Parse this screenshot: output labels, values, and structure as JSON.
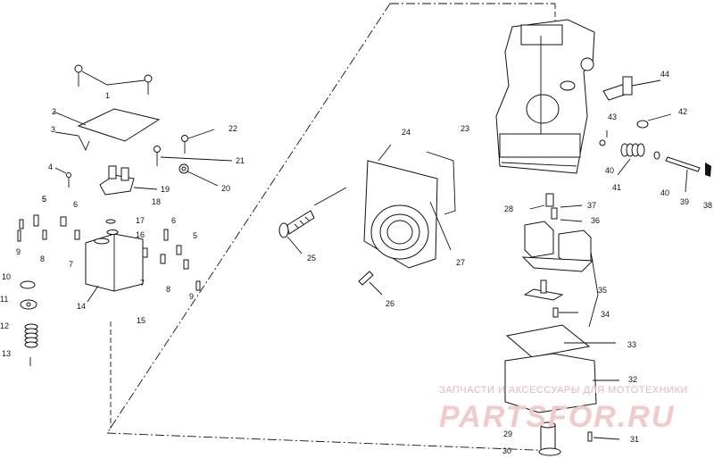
{
  "diagram": {
    "callouts": [
      {
        "id": "c1",
        "label": "1"
      },
      {
        "id": "c2",
        "label": "2"
      },
      {
        "id": "c3",
        "label": "3"
      },
      {
        "id": "c4",
        "label": "4"
      },
      {
        "id": "c5a",
        "label": "5"
      },
      {
        "id": "c5b",
        "label": "5"
      },
      {
        "id": "c5c",
        "label": "5"
      },
      {
        "id": "c6a",
        "label": "6"
      },
      {
        "id": "c6b",
        "label": "6"
      },
      {
        "id": "c7a",
        "label": "7"
      },
      {
        "id": "c7b",
        "label": "7"
      },
      {
        "id": "c8a",
        "label": "8"
      },
      {
        "id": "c8b",
        "label": "8"
      },
      {
        "id": "c9a",
        "label": "9"
      },
      {
        "id": "c9b",
        "label": "9"
      },
      {
        "id": "c10",
        "label": "10"
      },
      {
        "id": "c11",
        "label": "11"
      },
      {
        "id": "c12",
        "label": "12"
      },
      {
        "id": "c13",
        "label": "13"
      },
      {
        "id": "c14",
        "label": "14"
      },
      {
        "id": "c15",
        "label": "15"
      },
      {
        "id": "c16",
        "label": "16"
      },
      {
        "id": "c17",
        "label": "17"
      },
      {
        "id": "c18",
        "label": "18"
      },
      {
        "id": "c19",
        "label": "19"
      },
      {
        "id": "c20",
        "label": "20"
      },
      {
        "id": "c21",
        "label": "21"
      },
      {
        "id": "c22",
        "label": "22"
      },
      {
        "id": "c23",
        "label": "23"
      },
      {
        "id": "c24",
        "label": "24"
      },
      {
        "id": "c25",
        "label": "25"
      },
      {
        "id": "c26",
        "label": "26"
      },
      {
        "id": "c27",
        "label": "27"
      },
      {
        "id": "c28",
        "label": "28"
      },
      {
        "id": "c29",
        "label": "29"
      },
      {
        "id": "c30",
        "label": "30"
      },
      {
        "id": "c31",
        "label": "31"
      },
      {
        "id": "c32",
        "label": "32"
      },
      {
        "id": "c33",
        "label": "33"
      },
      {
        "id": "c34",
        "label": "34"
      },
      {
        "id": "c35",
        "label": "35"
      },
      {
        "id": "c36",
        "label": "36"
      },
      {
        "id": "c37",
        "label": "37"
      },
      {
        "id": "c38",
        "label": "38"
      },
      {
        "id": "c39",
        "label": "39"
      },
      {
        "id": "c40a",
        "label": "40"
      },
      {
        "id": "c40b",
        "label": "40"
      },
      {
        "id": "c41",
        "label": "41"
      },
      {
        "id": "c42",
        "label": "42"
      },
      {
        "id": "c43",
        "label": "43"
      },
      {
        "id": "c44",
        "label": "44"
      }
    ]
  },
  "watermark": {
    "caption": "ЗАПЧАСТИ И АКСЕССУАРЫ ДЛЯ МОТОТЕХНИКИ",
    "brand": "PARTSFOR.RU"
  }
}
